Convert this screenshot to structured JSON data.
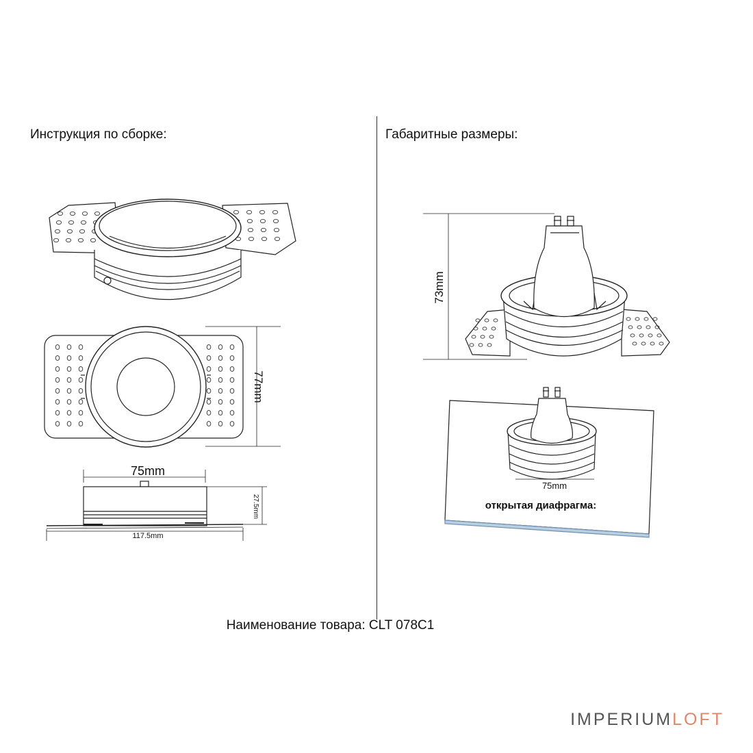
{
  "left_heading": "Инструкция по сборке:",
  "right_heading": "Габаритные размеры:",
  "product_name": "Наименование товара: CLT 078C1",
  "brand": {
    "part1": "IMPERIUM",
    "part2": "LOFT",
    "color_main": "#555555",
    "color_accent": "#e0876a"
  },
  "dimensions": {
    "height_77": "77mm",
    "width_75": "75mm",
    "depth_27_5": "27.5mm",
    "length_117_5": "117.5mm",
    "height_73": "73mm",
    "width_75_box": "75mm"
  },
  "box_caption": "открытая диафрагма:"
}
